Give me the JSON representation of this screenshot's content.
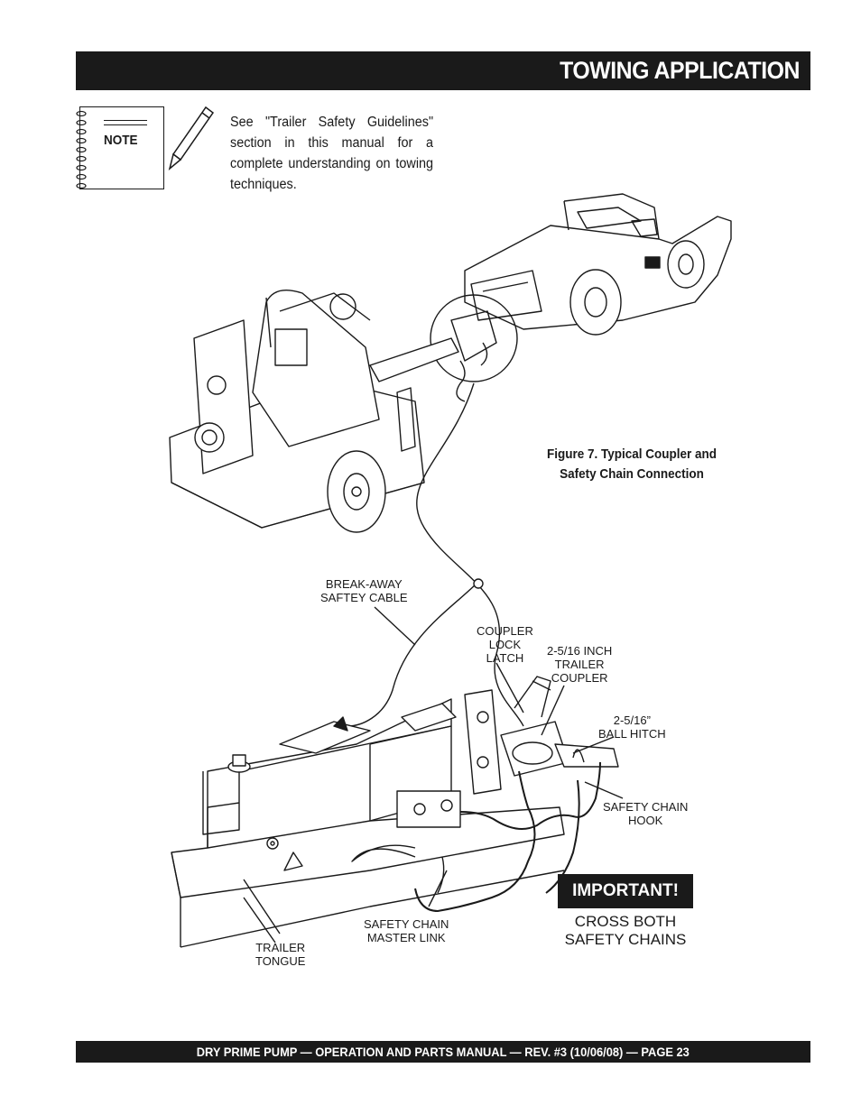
{
  "header": {
    "title": "TOWING APPLICATION"
  },
  "note": {
    "label": "NOTE",
    "text": "See \"Trailer Safety Guidelines\" section in this manual for a complete understanding on towing techniques."
  },
  "figure": {
    "caption_line1": "Figure 7. Typical Coupler and",
    "caption_line2": "Safety Chain Connection",
    "callouts": {
      "breakaway_1": "BREAK-AWAY",
      "breakaway_2": "SAFTEY CABLE",
      "coupler_lock_1": "COUPLER",
      "coupler_lock_2": "LOCK",
      "coupler_lock_3": "LATCH",
      "trailer_coupler_1": "2-5/16 INCH",
      "trailer_coupler_2": "TRAILER",
      "trailer_coupler_3": "COUPLER",
      "ball_hitch_1": "2-5/16”",
      "ball_hitch_2": "BALL HITCH",
      "chain_hook_1": "SAFETY CHAIN",
      "chain_hook_2": "HOOK",
      "master_link_1": "SAFETY CHAIN",
      "master_link_2": "MASTER LINK",
      "tongue_1": "TRAILER",
      "tongue_2": "TONGUE"
    }
  },
  "important": {
    "label": "IMPORTANT!",
    "line1": "CROSS BOTH",
    "line2": "SAFETY CHAINS"
  },
  "footer": {
    "text": "DRY PRIME PUMP — OPERATION AND PARTS  MANUAL — REV.  #3  (10/06/08) — PAGE 23"
  }
}
